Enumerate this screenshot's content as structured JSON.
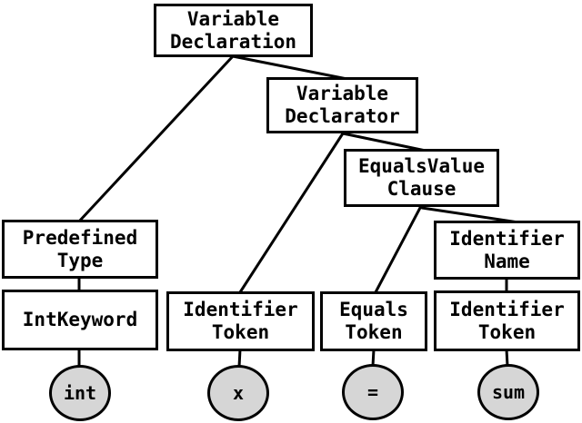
{
  "diagram_type": "syntax-tree",
  "nodes": {
    "variable_declaration": {
      "label": "Variable\nDeclaration"
    },
    "variable_declarator": {
      "label": "Variable\nDeclarator"
    },
    "equals_value_clause": {
      "label": "EqualsValue\nClause"
    },
    "predefined_type": {
      "label": "Predefined\nType"
    },
    "int_keyword": {
      "label": "IntKeyword"
    },
    "identifier_token_x": {
      "label": "Identifier\nToken"
    },
    "equals_token": {
      "label": "Equals\nToken"
    },
    "identifier_name": {
      "label": "Identifier\nName"
    },
    "identifier_token_sum": {
      "label": "Identifier\nToken"
    }
  },
  "leaves": {
    "int": {
      "label": "int"
    },
    "x": {
      "label": "x"
    },
    "equals": {
      "label": "="
    },
    "sum": {
      "label": "sum"
    }
  },
  "edges": [
    {
      "from": "variable_declaration",
      "to": "predefined_type"
    },
    {
      "from": "variable_declaration",
      "to": "variable_declarator"
    },
    {
      "from": "variable_declarator",
      "to": "identifier_token_x"
    },
    {
      "from": "variable_declarator",
      "to": "equals_value_clause"
    },
    {
      "from": "equals_value_clause",
      "to": "equals_token"
    },
    {
      "from": "equals_value_clause",
      "to": "identifier_name"
    },
    {
      "from": "predefined_type",
      "to": "int_keyword"
    },
    {
      "from": "identifier_name",
      "to": "identifier_token_sum"
    },
    {
      "from": "int_keyword",
      "to": "int"
    },
    {
      "from": "identifier_token_x",
      "to": "x"
    },
    {
      "from": "equals_token",
      "to": "equals"
    },
    {
      "from": "identifier_token_sum",
      "to": "sum"
    }
  ],
  "colors": {
    "line": "#000000",
    "node_border": "#000000",
    "node_fill": "#ffffff",
    "leaf_fill": "#d6d6d6",
    "text": "#000000",
    "background": "#ffffff"
  }
}
